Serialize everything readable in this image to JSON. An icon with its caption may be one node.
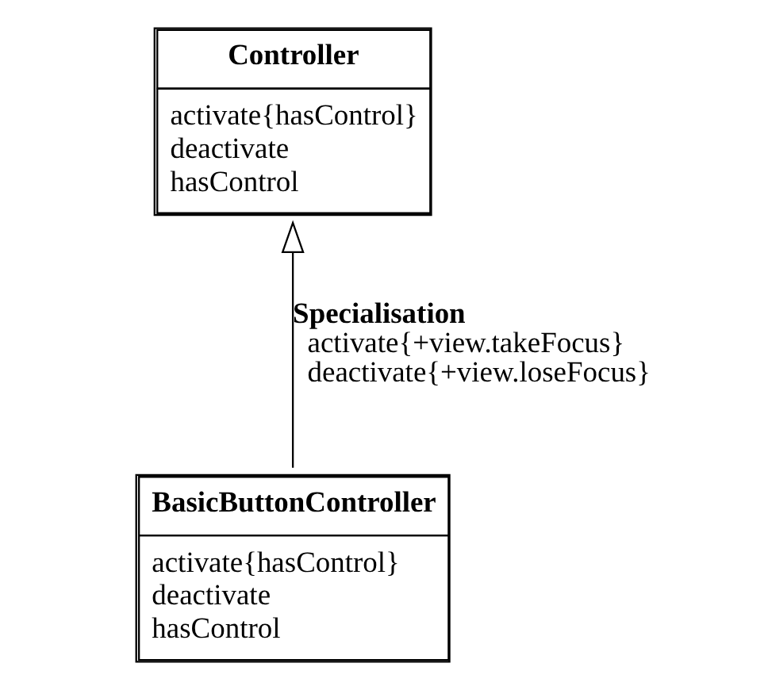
{
  "diagram": {
    "nodes": [
      {
        "text": [
          "Controller",
          "activate{hasControl}",
          "deactivate",
          "hasControl"
        ]
      },
      {
        "text": [
          "BasicButtonController",
          "activate{hasControl}",
          "deactivate",
          "hasControl"
        ]
      }
    ],
    "edges": [
      {
        "from": 1,
        "to": 0,
        "arrow": "to",
        "label": "Specialisation activate{+view.takeFocus} deactivate{+view.loseFocus}"
      }
    ]
  }
}
